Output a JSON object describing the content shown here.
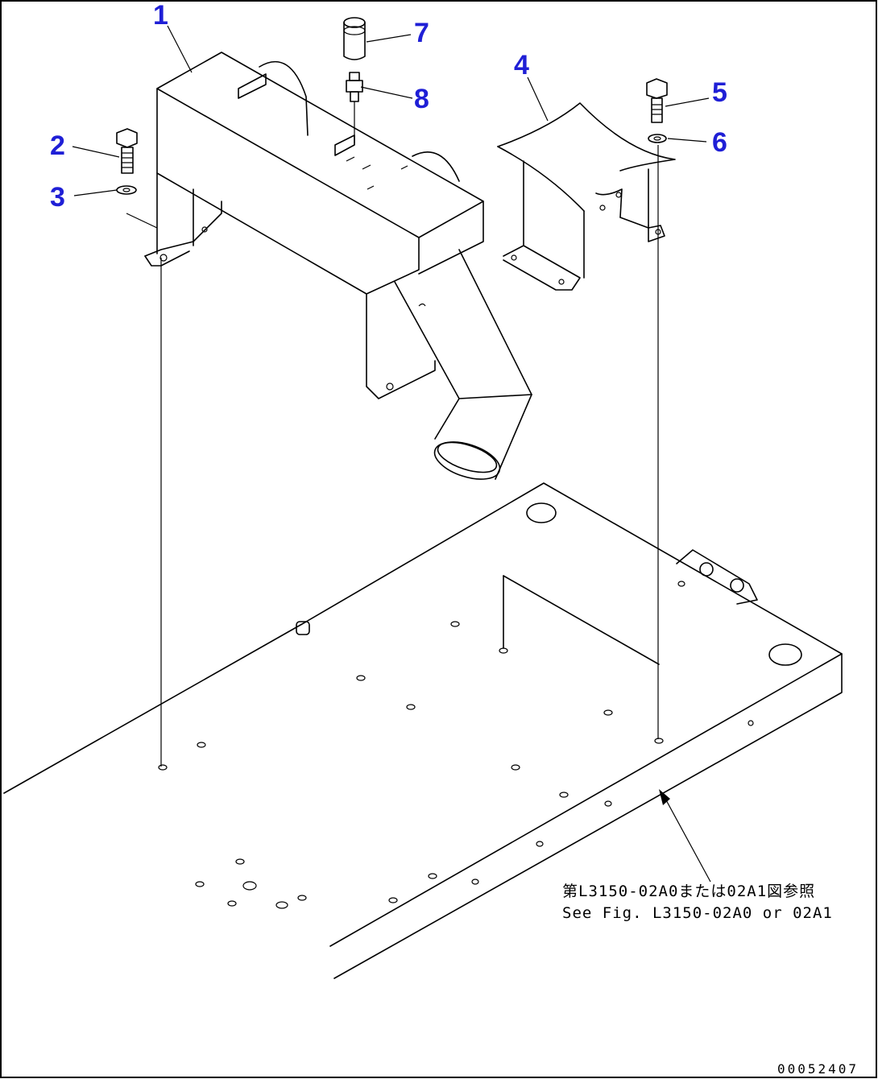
{
  "diagram": {
    "callouts": [
      {
        "id": "1",
        "label": "1"
      },
      {
        "id": "2",
        "label": "2"
      },
      {
        "id": "3",
        "label": "3"
      },
      {
        "id": "4",
        "label": "4"
      },
      {
        "id": "5",
        "label": "5"
      },
      {
        "id": "6",
        "label": "6"
      },
      {
        "id": "7",
        "label": "7"
      },
      {
        "id": "8",
        "label": "8"
      }
    ],
    "reference_note": {
      "japanese": "第L3150-02A0または02A1図参照",
      "english": "See Fig. L3150-02A0 or 02A1"
    },
    "drawing_code": "00052407"
  }
}
